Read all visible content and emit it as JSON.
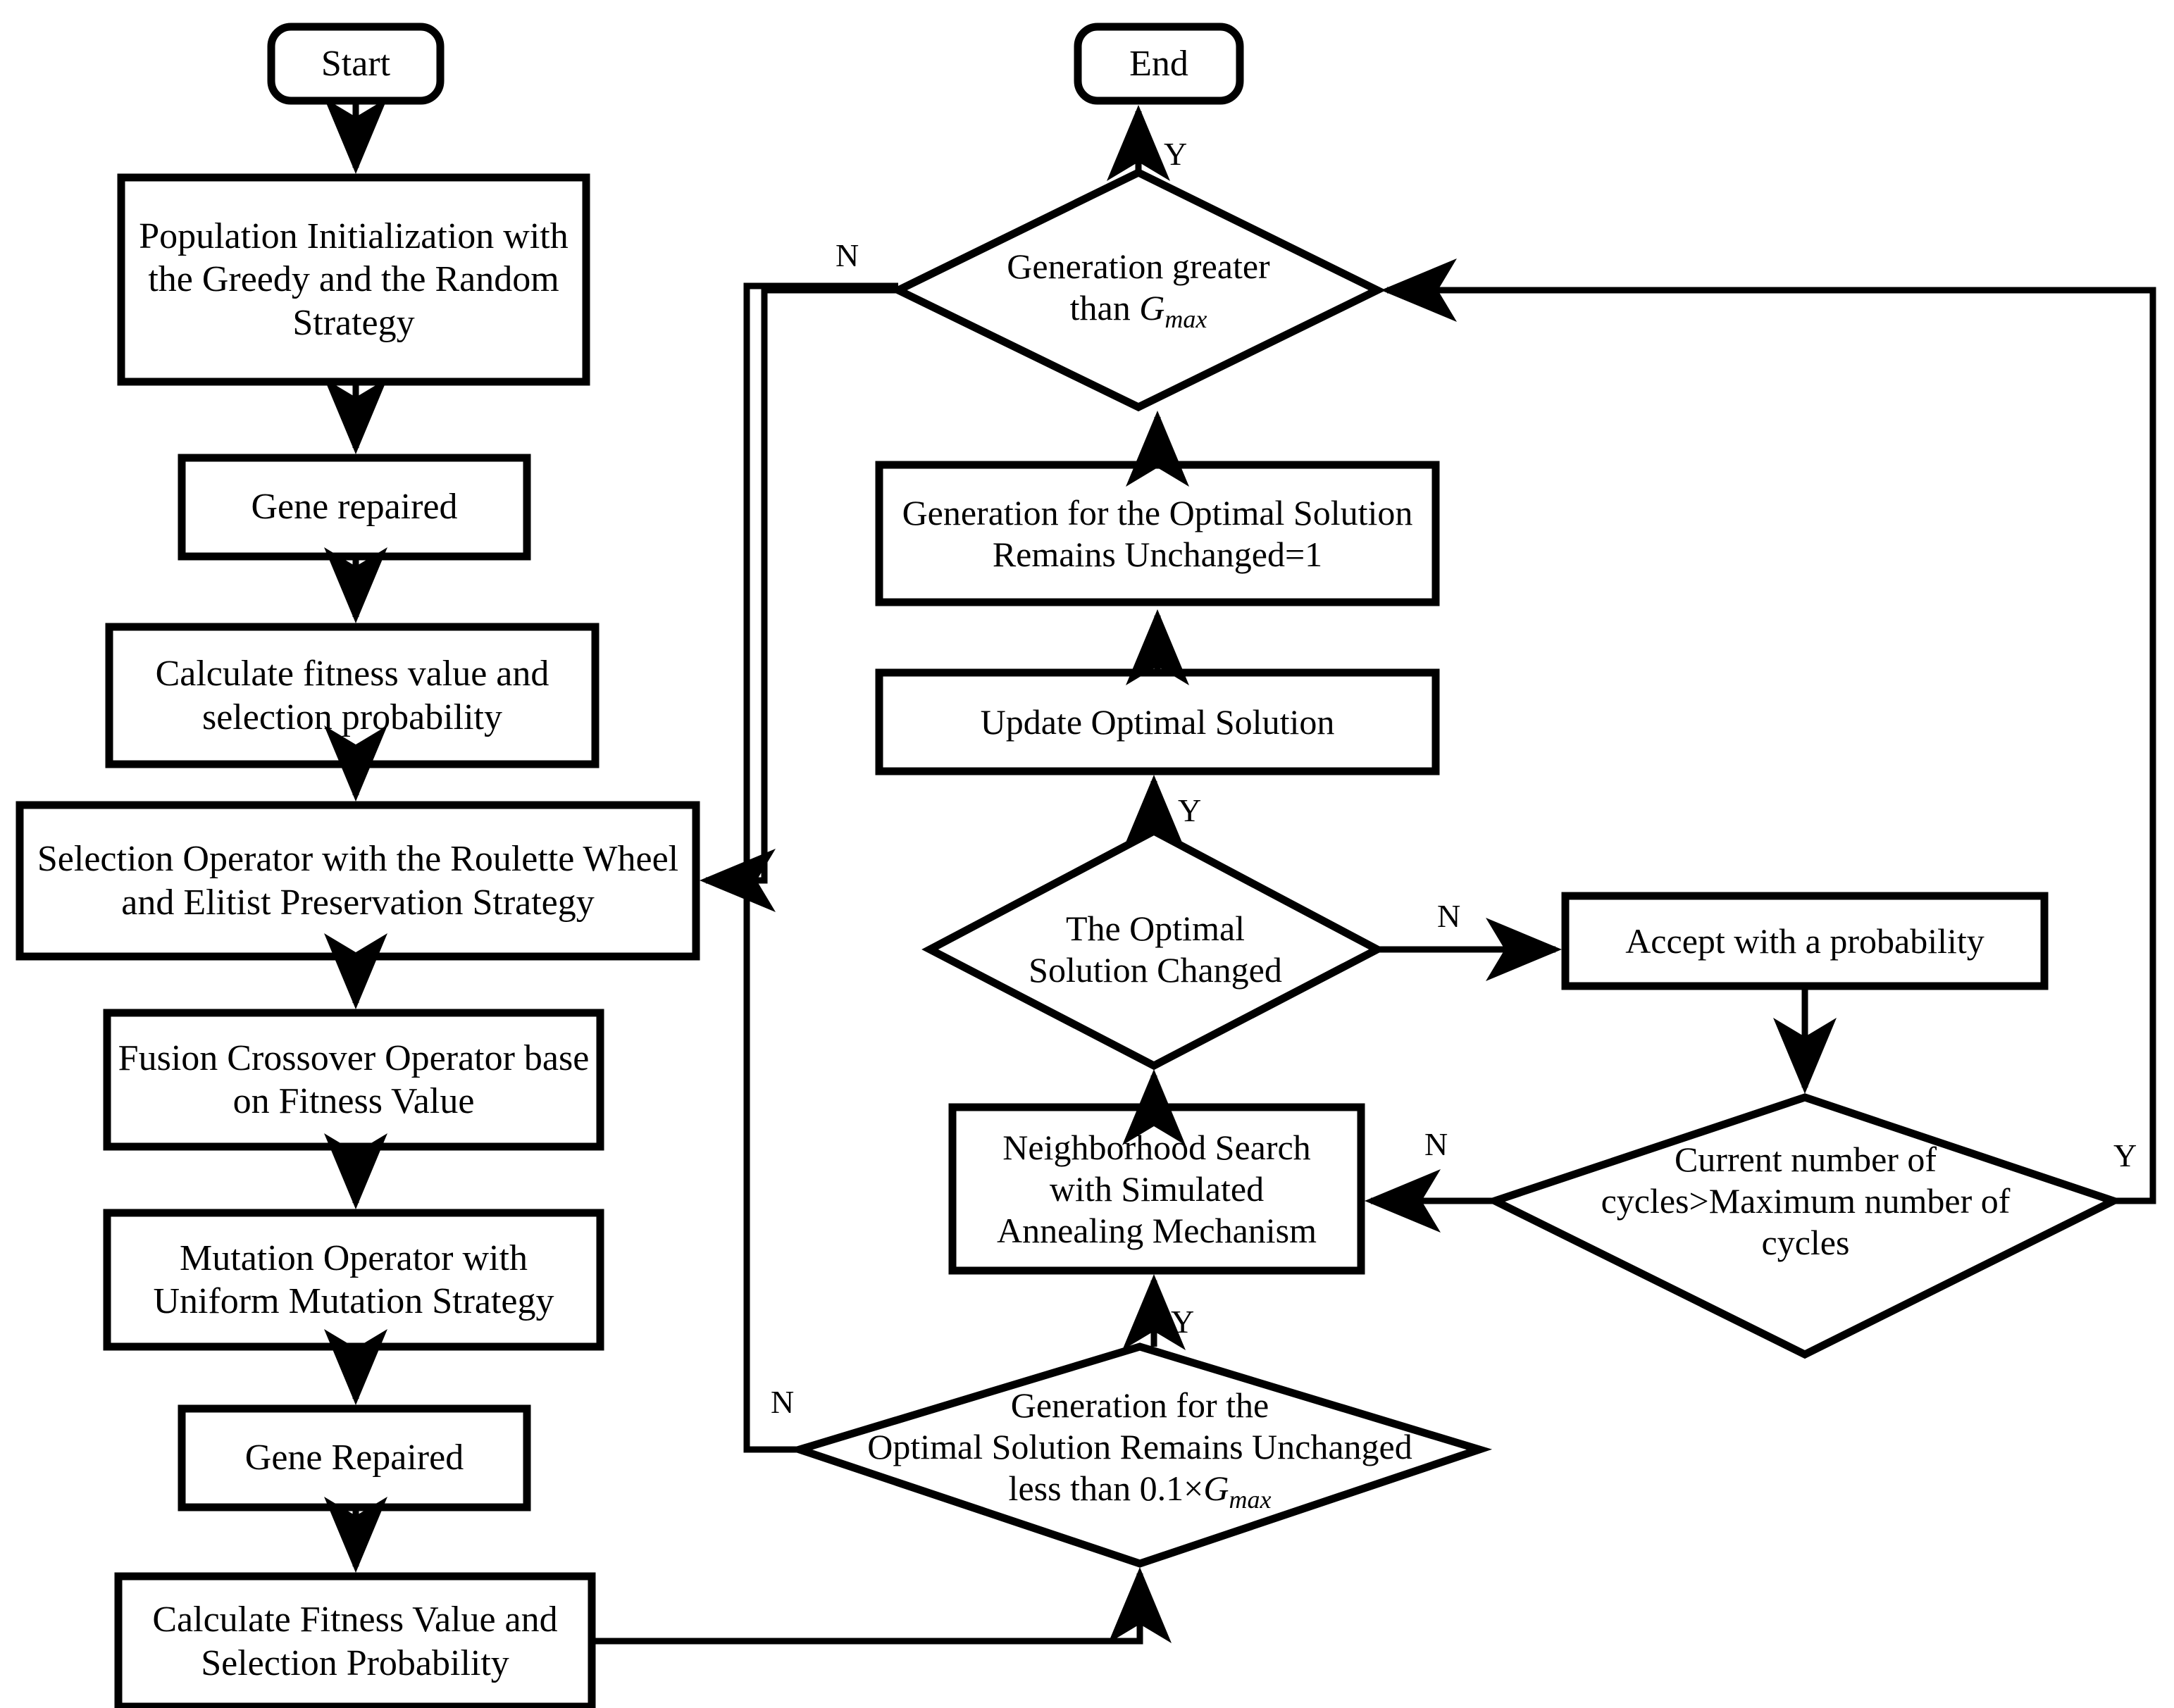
{
  "diagram": {
    "title": "Improved Genetic Algorithm with Simulated Annealing Flowchart",
    "stroke_color": "#000000",
    "fill_color": "#ffffff",
    "background": "#ffffff"
  },
  "nodes": {
    "start": {
      "label": "Start",
      "shape": "terminator"
    },
    "end": {
      "label": "End",
      "shape": "terminator"
    },
    "population_init": {
      "label": "Population Initialization with the Greedy and the Random Strategy",
      "shape": "process"
    },
    "gene_repaired_1": {
      "label": "Gene repaired",
      "shape": "process"
    },
    "calc_fitness_1": {
      "label": "Calculate fitness value and selection probability",
      "shape": "process"
    },
    "selection_operator": {
      "label": "Selection Operator with the Roulette Wheel and Elitist Preservation Strategy",
      "shape": "process"
    },
    "crossover_operator": {
      "label": "Fusion Crossover Operator base on Fitness Value",
      "shape": "process"
    },
    "mutation_operator": {
      "label": "Mutation Operator with Uniform Mutation Strategy",
      "shape": "process"
    },
    "gene_repaired_2": {
      "label": "Gene Repaired",
      "shape": "process"
    },
    "calc_fitness_2": {
      "label": "Calculate Fitness Value and Selection Probability",
      "shape": "process"
    },
    "generation_gmax": {
      "label_line1": "Generation greater",
      "label_line2_prefix": "than ",
      "label_line2_var": "G",
      "label_line2_sub": "max",
      "shape": "decision"
    },
    "generation_unchanged_set": {
      "label": "Generation for the Optimal Solution Remains Unchanged=1",
      "shape": "process"
    },
    "update_optimal": {
      "label": "Update Optimal Solution",
      "shape": "process"
    },
    "optimal_changed": {
      "label_line1": "The Optimal",
      "label_line2": "Solution Changed",
      "shape": "decision"
    },
    "accept_probability": {
      "label": "Accept with a probability",
      "shape": "process"
    },
    "cycles_check": {
      "label_line1": "Current number of",
      "label_line2": "cycles>Maximum number of",
      "label_line3": "cycles",
      "shape": "decision"
    },
    "neighborhood_search": {
      "label_line1": "Neighborhood Search",
      "label_line2": "with Simulated",
      "label_line3": "Annealing Mechanism",
      "shape": "process"
    },
    "unchanged_threshold": {
      "label_line1": "Generation for the",
      "label_line2": "Optimal Solution Remains Unchanged",
      "label_line3_prefix": "less than 0.1×",
      "label_line3_var": "G",
      "label_line3_sub": "max",
      "shape": "decision"
    }
  },
  "edge_labels": {
    "gmax_yes": "Y",
    "gmax_no": "N",
    "optimal_changed_yes": "Y",
    "optimal_changed_no": "N",
    "cycles_yes": "Y",
    "cycles_no": "N",
    "unchanged_yes": "Y",
    "unchanged_no": "N"
  }
}
